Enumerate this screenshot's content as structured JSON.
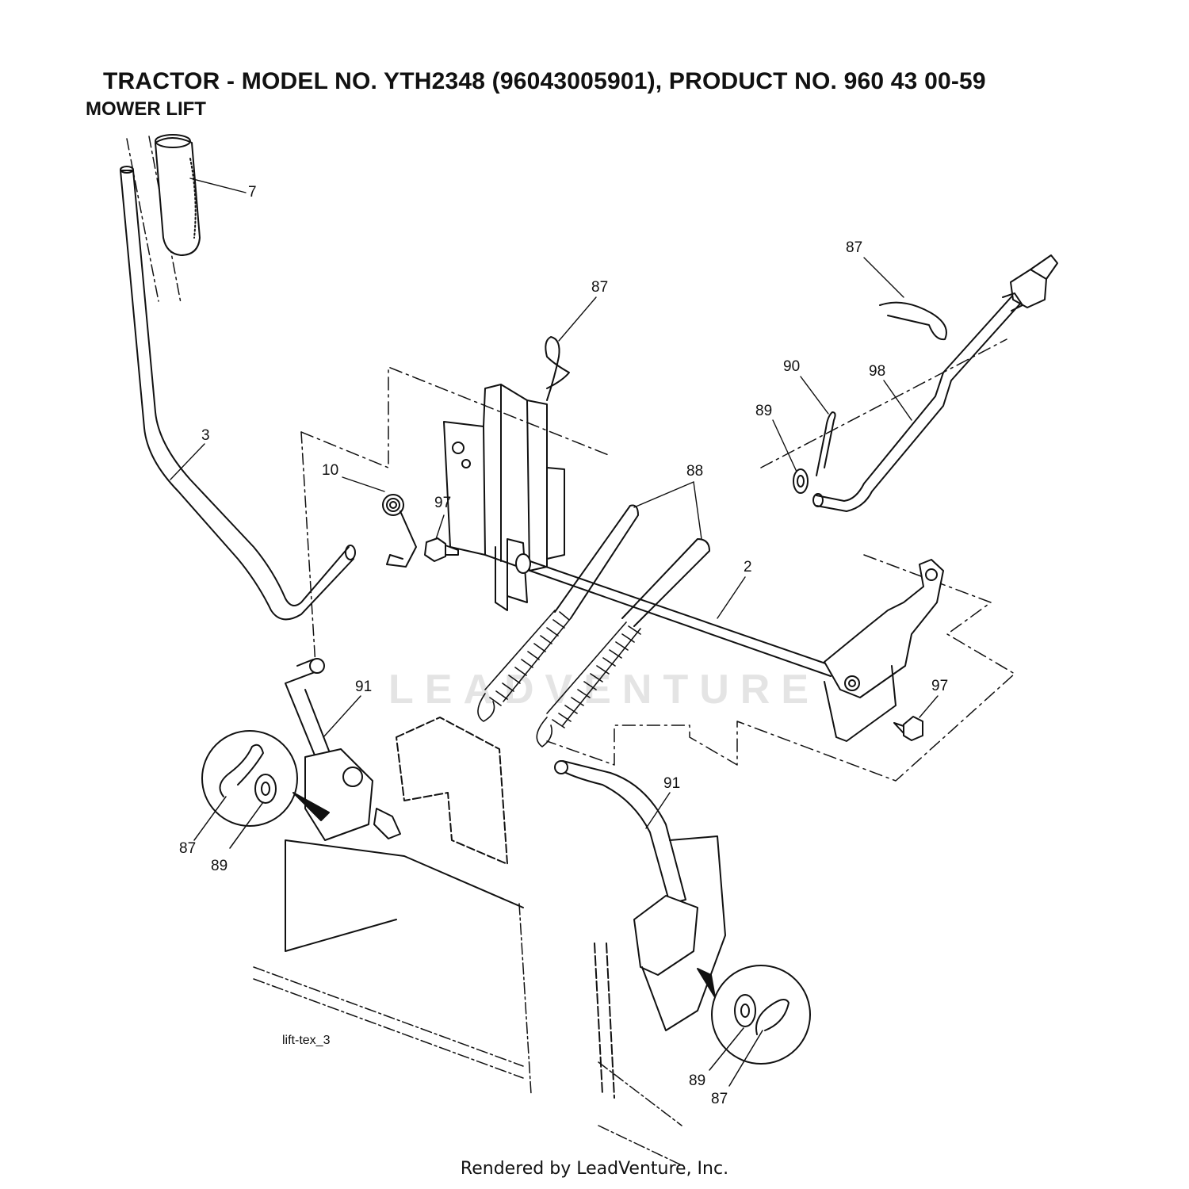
{
  "header": {
    "title": "TRACTOR - MODEL NO. YTH2348 (96043005901), PRODUCT NO. 960 43 00-59",
    "subtitle": "MOWER LIFT"
  },
  "watermark": "LEADVENTURE",
  "figure_id": "lift-tex_3",
  "footer": "Rendered by LeadVenture, Inc.",
  "callouts": [
    {
      "id": "c7",
      "text": "7"
    },
    {
      "id": "c87a",
      "text": "87"
    },
    {
      "id": "c87b",
      "text": "87"
    },
    {
      "id": "c90",
      "text": "90"
    },
    {
      "id": "c98",
      "text": "98"
    },
    {
      "id": "c89a",
      "text": "89"
    },
    {
      "id": "c3",
      "text": "3"
    },
    {
      "id": "c10",
      "text": "10"
    },
    {
      "id": "c97a",
      "text": "97"
    },
    {
      "id": "c88",
      "text": "88"
    },
    {
      "id": "c2",
      "text": "2"
    },
    {
      "id": "c91a",
      "text": "91"
    },
    {
      "id": "c97b",
      "text": "97"
    },
    {
      "id": "c91b",
      "text": "91"
    },
    {
      "id": "c87c",
      "text": "87"
    },
    {
      "id": "c89b",
      "text": "89"
    },
    {
      "id": "c89c",
      "text": "89"
    },
    {
      "id": "c87d",
      "text": "87"
    }
  ]
}
